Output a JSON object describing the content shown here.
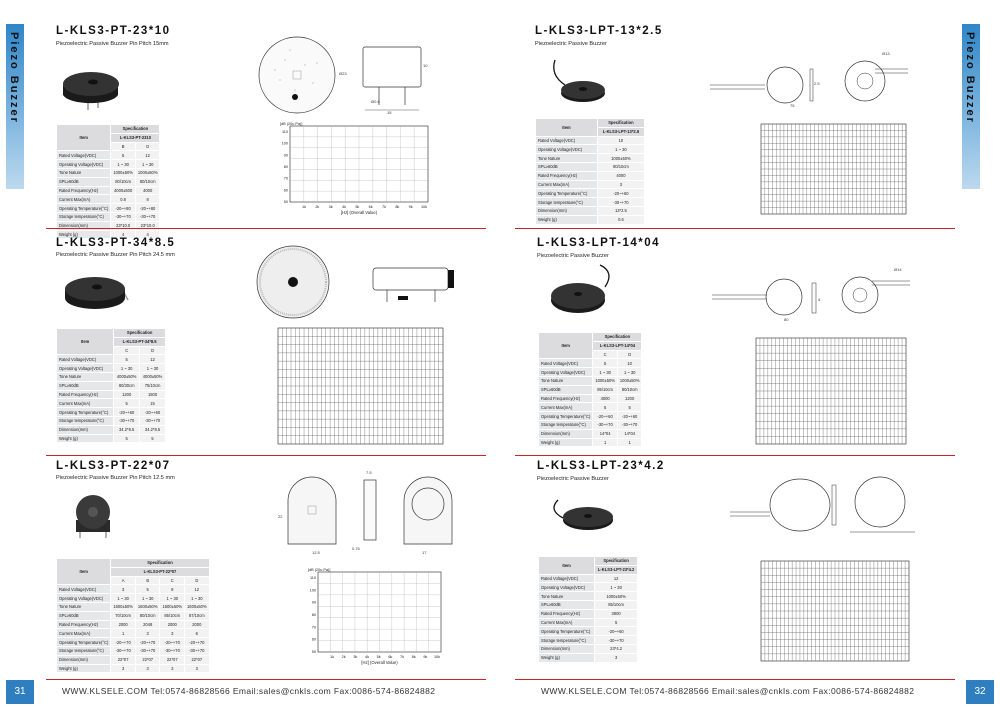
{
  "side_tab": {
    "text": "Piezo Buzzer"
  },
  "footer": {
    "left": "WWW.KLSELE.COM   Tel:0574-86828566   Email:sales@cnkls.com  Fax:0086-574-86824882",
    "right": "WWW.KLSELE.COM   Tel:0574-86828566   Email:sales@cnkls.com  Fax:0086-574-86824882",
    "page_left": "31",
    "page_right": "32"
  },
  "labels": {
    "item": "Item",
    "spec": "Specification"
  },
  "products": [
    {
      "title": "L-KLS3-PT-23*10",
      "sub": "Piezoelectric Passive Buzzer   Pin Pitch 15mm",
      "model": "L-KLS3-PT-2310",
      "cols": [
        "B",
        "D"
      ],
      "rows": [
        [
          "Rated Voltage(VDC)",
          "5",
          "12"
        ],
        [
          "Operating Voltage(VDC)",
          "1 ~ 30",
          "1 ~ 30"
        ],
        [
          "Tone Nature",
          "1000±50%",
          "1000±50%"
        ],
        [
          "SPL≥60dB",
          "80/10cm",
          "80/10cm"
        ],
        [
          "Rated Frequency(Hz)",
          "4000±500",
          "4000"
        ],
        [
          "Current Max(mA)",
          "0.8",
          "8"
        ],
        [
          "Operating Temperature(°C)",
          "-20~+80",
          "-20~+80"
        ],
        [
          "Storage temperature(°C)",
          "-30~+70",
          "-30~+70"
        ],
        [
          "Dimension(mm)",
          "23*10.0",
          "23*10.0"
        ],
        [
          "Weight (g)",
          "4",
          "4"
        ]
      ],
      "chart_axis": {
        "title": "[dB (20u Pa)]",
        "x": [
          "1k",
          "2k",
          "3k",
          "4k",
          "5k",
          "6k",
          "7k",
          "8k",
          "9k",
          "10k"
        ],
        "y": [
          "110",
          "100",
          "90",
          "80",
          "70",
          "60",
          "50"
        ],
        "xlabel": "[Hz] (Overall Value)"
      },
      "dims": [
        "Ø23",
        "15",
        "10",
        "Ø0.6",
        "4.5"
      ]
    },
    {
      "title": "L-KLS3-PT-34*8.5",
      "sub": "Piezoelectric Passive Buzzer   Pin Pitch 24.5 mm",
      "model": "L-KLS3-PT-34*8.5",
      "cols": [
        "C",
        "D"
      ],
      "rows": [
        [
          "Rated Voltage(VDC)",
          "5",
          "12"
        ],
        [
          "Operating Voltage(VDC)",
          "1 ~ 30",
          "1 ~ 30"
        ],
        [
          "Tone Nature",
          "4000±50%",
          "4000±50%"
        ],
        [
          "SPL≥60dB",
          "80/30cm",
          "75/10cm"
        ],
        [
          "Rated Frequency(Hz)",
          "1200",
          "1500"
        ],
        [
          "Current Max(mA)",
          "5",
          "15"
        ],
        [
          "Operating Temperature(°C)",
          "-20~+60",
          "-20~+60"
        ],
        [
          "Storage temperature(°C)",
          "-30~+70",
          "-30~+70"
        ],
        [
          "Dimension(mm)",
          "34.2*8.5",
          "34.2*8.5"
        ],
        [
          "Weight (g)",
          "5",
          "5"
        ]
      ]
    },
    {
      "title": "L-KLS3-PT-22*07",
      "sub": "Piezoelectric Passive Buzzer   Pin Pitch 12.5 mm",
      "model": "L-KLS3-PT-22*07",
      "cols": [
        "A",
        "B",
        "C",
        "D"
      ],
      "rows": [
        [
          "Rated Voltage(VDC)",
          "3",
          "5",
          "9",
          "12"
        ],
        [
          "Operating Voltage(VDC)",
          "1 ~ 30",
          "1 ~ 30",
          "1 ~ 30",
          "1 ~ 30"
        ],
        [
          "Tone Nature",
          "1600±50%",
          "1600±50%",
          "1600±50%",
          "1600±50%"
        ],
        [
          "SPL≥60dB",
          "70/10cm",
          "80/10cm",
          "85/10cm",
          "87/10cm"
        ],
        [
          "Rated Frequency(Hz)",
          "2000",
          "2048",
          "2000",
          "2000"
        ],
        [
          "Current Max(mA)",
          "1",
          "3",
          "3",
          "6"
        ],
        [
          "Operating Temperature(°C)",
          "-20~+70",
          "-20~+70",
          "-20~+70",
          "-20~+70"
        ],
        [
          "Storage temperature(°C)",
          "-30~+70",
          "-30~+70",
          "-30~+70",
          "-30~+70"
        ],
        [
          "Dimension(mm)",
          "22*07",
          "22*07",
          "22*07",
          "22*07"
        ],
        [
          "Weight (g)",
          "3",
          "3",
          "3",
          "3"
        ]
      ],
      "chart_axis": {
        "title": "[dB (20u Pa)]",
        "x": [
          "1k",
          "2k",
          "3k",
          "4k",
          "5k",
          "6k",
          "7k",
          "8k",
          "9k",
          "10k"
        ],
        "y": [
          "110",
          "100",
          "90",
          "80",
          "70",
          "60",
          "50"
        ],
        "xlabel": "[Hz] (Overall Value)"
      },
      "dims": [
        "7.5",
        "22",
        "17",
        "12.5",
        "0.76"
      ]
    },
    {
      "title": "L-KLS3-LPT-13*2.5",
      "sub": "Piezoelectric Passive Buzzer",
      "model": "L-KLS3-LPT-13*2.5",
      "cols": [],
      "rows": [
        [
          "Rated Voltage(VDC)",
          "10"
        ],
        [
          "Operating Voltage(VDC)",
          "1 ~ 30"
        ],
        [
          "Tone Nature",
          "1000±50%"
        ],
        [
          "SPL≥60dB",
          "80/10cm"
        ],
        [
          "Rated Frequency(Hz)",
          "4000"
        ],
        [
          "Current Max(mA)",
          "3"
        ],
        [
          "Operating Temperature(°C)",
          "-20~+60"
        ],
        [
          "Storage temperature(°C)",
          "-30~+70"
        ],
        [
          "Dimension(mm)",
          "13*2.5"
        ],
        [
          "Weight (g)",
          "0.6"
        ]
      ],
      "dims": [
        "Ø13",
        "2.5",
        "75",
        "Ø7"
      ]
    },
    {
      "title": "L-KLS3-LPT-14*04",
      "sub": "Piezoelectric Passive Buzzer",
      "model": "L-KLS3-LPT-14*04",
      "cols": [
        "C",
        "D"
      ],
      "rows": [
        [
          "Rated Voltage(VDC)",
          "5",
          "10"
        ],
        [
          "Operating Voltage(VDC)",
          "1 ~ 30",
          "1 ~ 30"
        ],
        [
          "Tone Nature",
          "1000±50%",
          "1000±50%"
        ],
        [
          "SPL≥60dB",
          "85/10cm",
          "80/10cm"
        ],
        [
          "Rated Frequency(Hz)",
          "4000",
          "1200"
        ],
        [
          "Current Max(mA)",
          "5",
          "5"
        ],
        [
          "Operating Temperature(°C)",
          "-20~+60",
          "-20~+60"
        ],
        [
          "Storage temperature(°C)",
          "-30~+70",
          "-30~+70"
        ],
        [
          "Dimension(mm)",
          "14*04",
          "14*04"
        ],
        [
          "Weight (g)",
          "1",
          "1"
        ]
      ],
      "dims": [
        "Ø14",
        "4",
        "80"
      ]
    },
    {
      "title": "L-KLS3-LPT-23*4.2",
      "sub": "Piezoelectric Passive Buzzer",
      "model": "L-KLS3-LPT-23*4.2",
      "cols": [],
      "rows": [
        [
          "Rated Voltage(VDC)",
          "12"
        ],
        [
          "Operating Voltage(VDC)",
          "1 ~ 30"
        ],
        [
          "Tone Nature",
          "1000±50%"
        ],
        [
          "SPL≥60dB",
          "85/10cm"
        ],
        [
          "Rated Frequency(Hz)",
          "3800"
        ],
        [
          "Current Max(mA)",
          "5"
        ],
        [
          "Operating Temperature(°C)",
          "-20~+60"
        ],
        [
          "Storage temperature(°C)",
          "-30~+70"
        ],
        [
          "Dimension(mm)",
          "23*4.2"
        ],
        [
          "Weight (g)",
          "3"
        ]
      ]
    }
  ]
}
